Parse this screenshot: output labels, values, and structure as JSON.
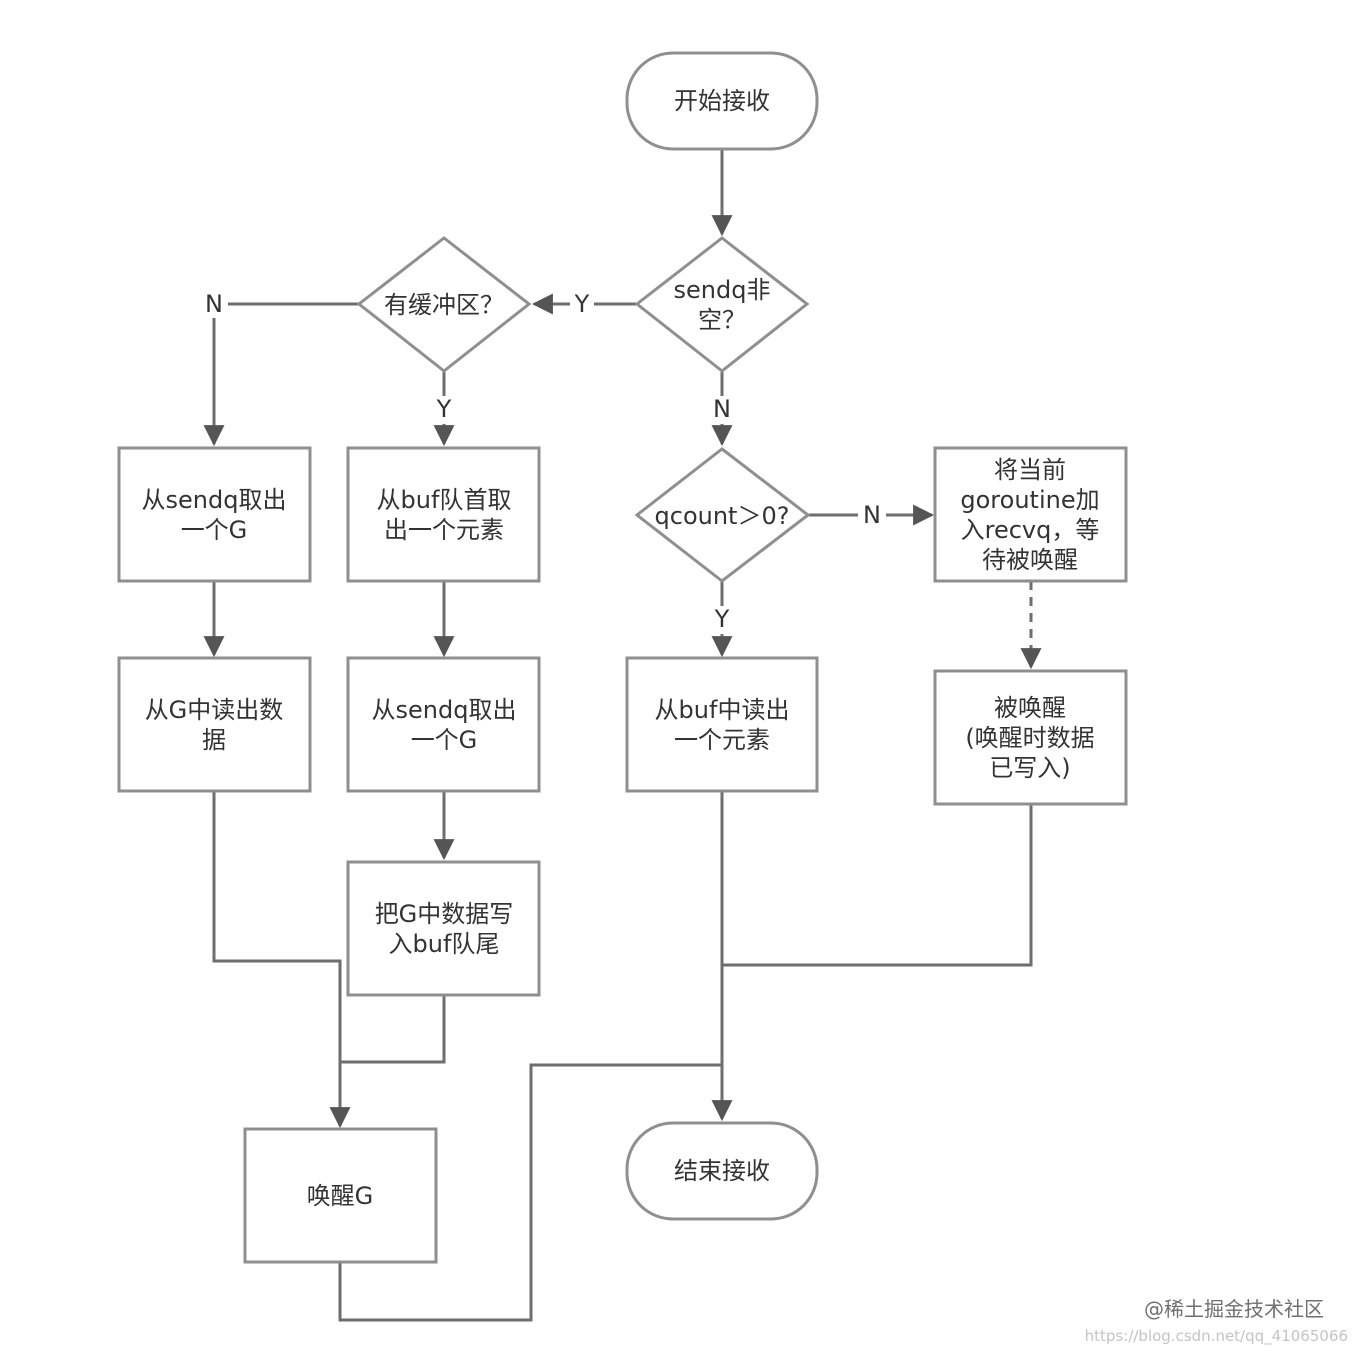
{
  "nodes": {
    "start": {
      "lines": [
        "开始接收"
      ]
    },
    "sendq_nonempty": {
      "lines": [
        "sendq非",
        "空？"
      ]
    },
    "has_buffer": {
      "lines": [
        "有缓冲区？"
      ]
    },
    "take_g_from_sendq_a": {
      "lines": [
        "从sendq取出",
        "一个G"
      ]
    },
    "take_from_buf_head": {
      "lines": [
        "从buf队首取",
        "出一个元素"
      ]
    },
    "qcount_check": {
      "lines": [
        "qcount＞0?"
      ]
    },
    "enqueue_recvq": {
      "lines": [
        "将当前",
        "goroutine加",
        "入recvq，等",
        "待被唤醒"
      ]
    },
    "read_from_g": {
      "lines": [
        "从G中读出数",
        "据"
      ]
    },
    "take_g_from_sendq_b": {
      "lines": [
        "从sendq取出",
        "一个G"
      ]
    },
    "read_from_buf": {
      "lines": [
        "从buf中读出",
        "一个元素"
      ]
    },
    "woken_up": {
      "lines": [
        "被唤醒",
        "(唤醒时数据",
        "已写入)"
      ]
    },
    "write_to_buf_tail": {
      "lines": [
        "把G中数据写",
        "入buf队尾"
      ]
    },
    "wake_g": {
      "lines": [
        "唤醒G"
      ]
    },
    "end": {
      "lines": [
        "结束接收"
      ]
    }
  },
  "edge_labels": {
    "sendq_yes": "Y",
    "sendq_no": "N",
    "buffer_yes": "Y",
    "buffer_no": "N",
    "qcount_yes": "Y",
    "qcount_no": "N"
  },
  "watermark": {
    "brand": "@稀土掘金技术社区",
    "url": "https://blog.csdn.net/qq_41065066"
  },
  "colors": {
    "stroke": "#8f8f8f",
    "line": "#6e6e6e",
    "text": "#333333"
  }
}
